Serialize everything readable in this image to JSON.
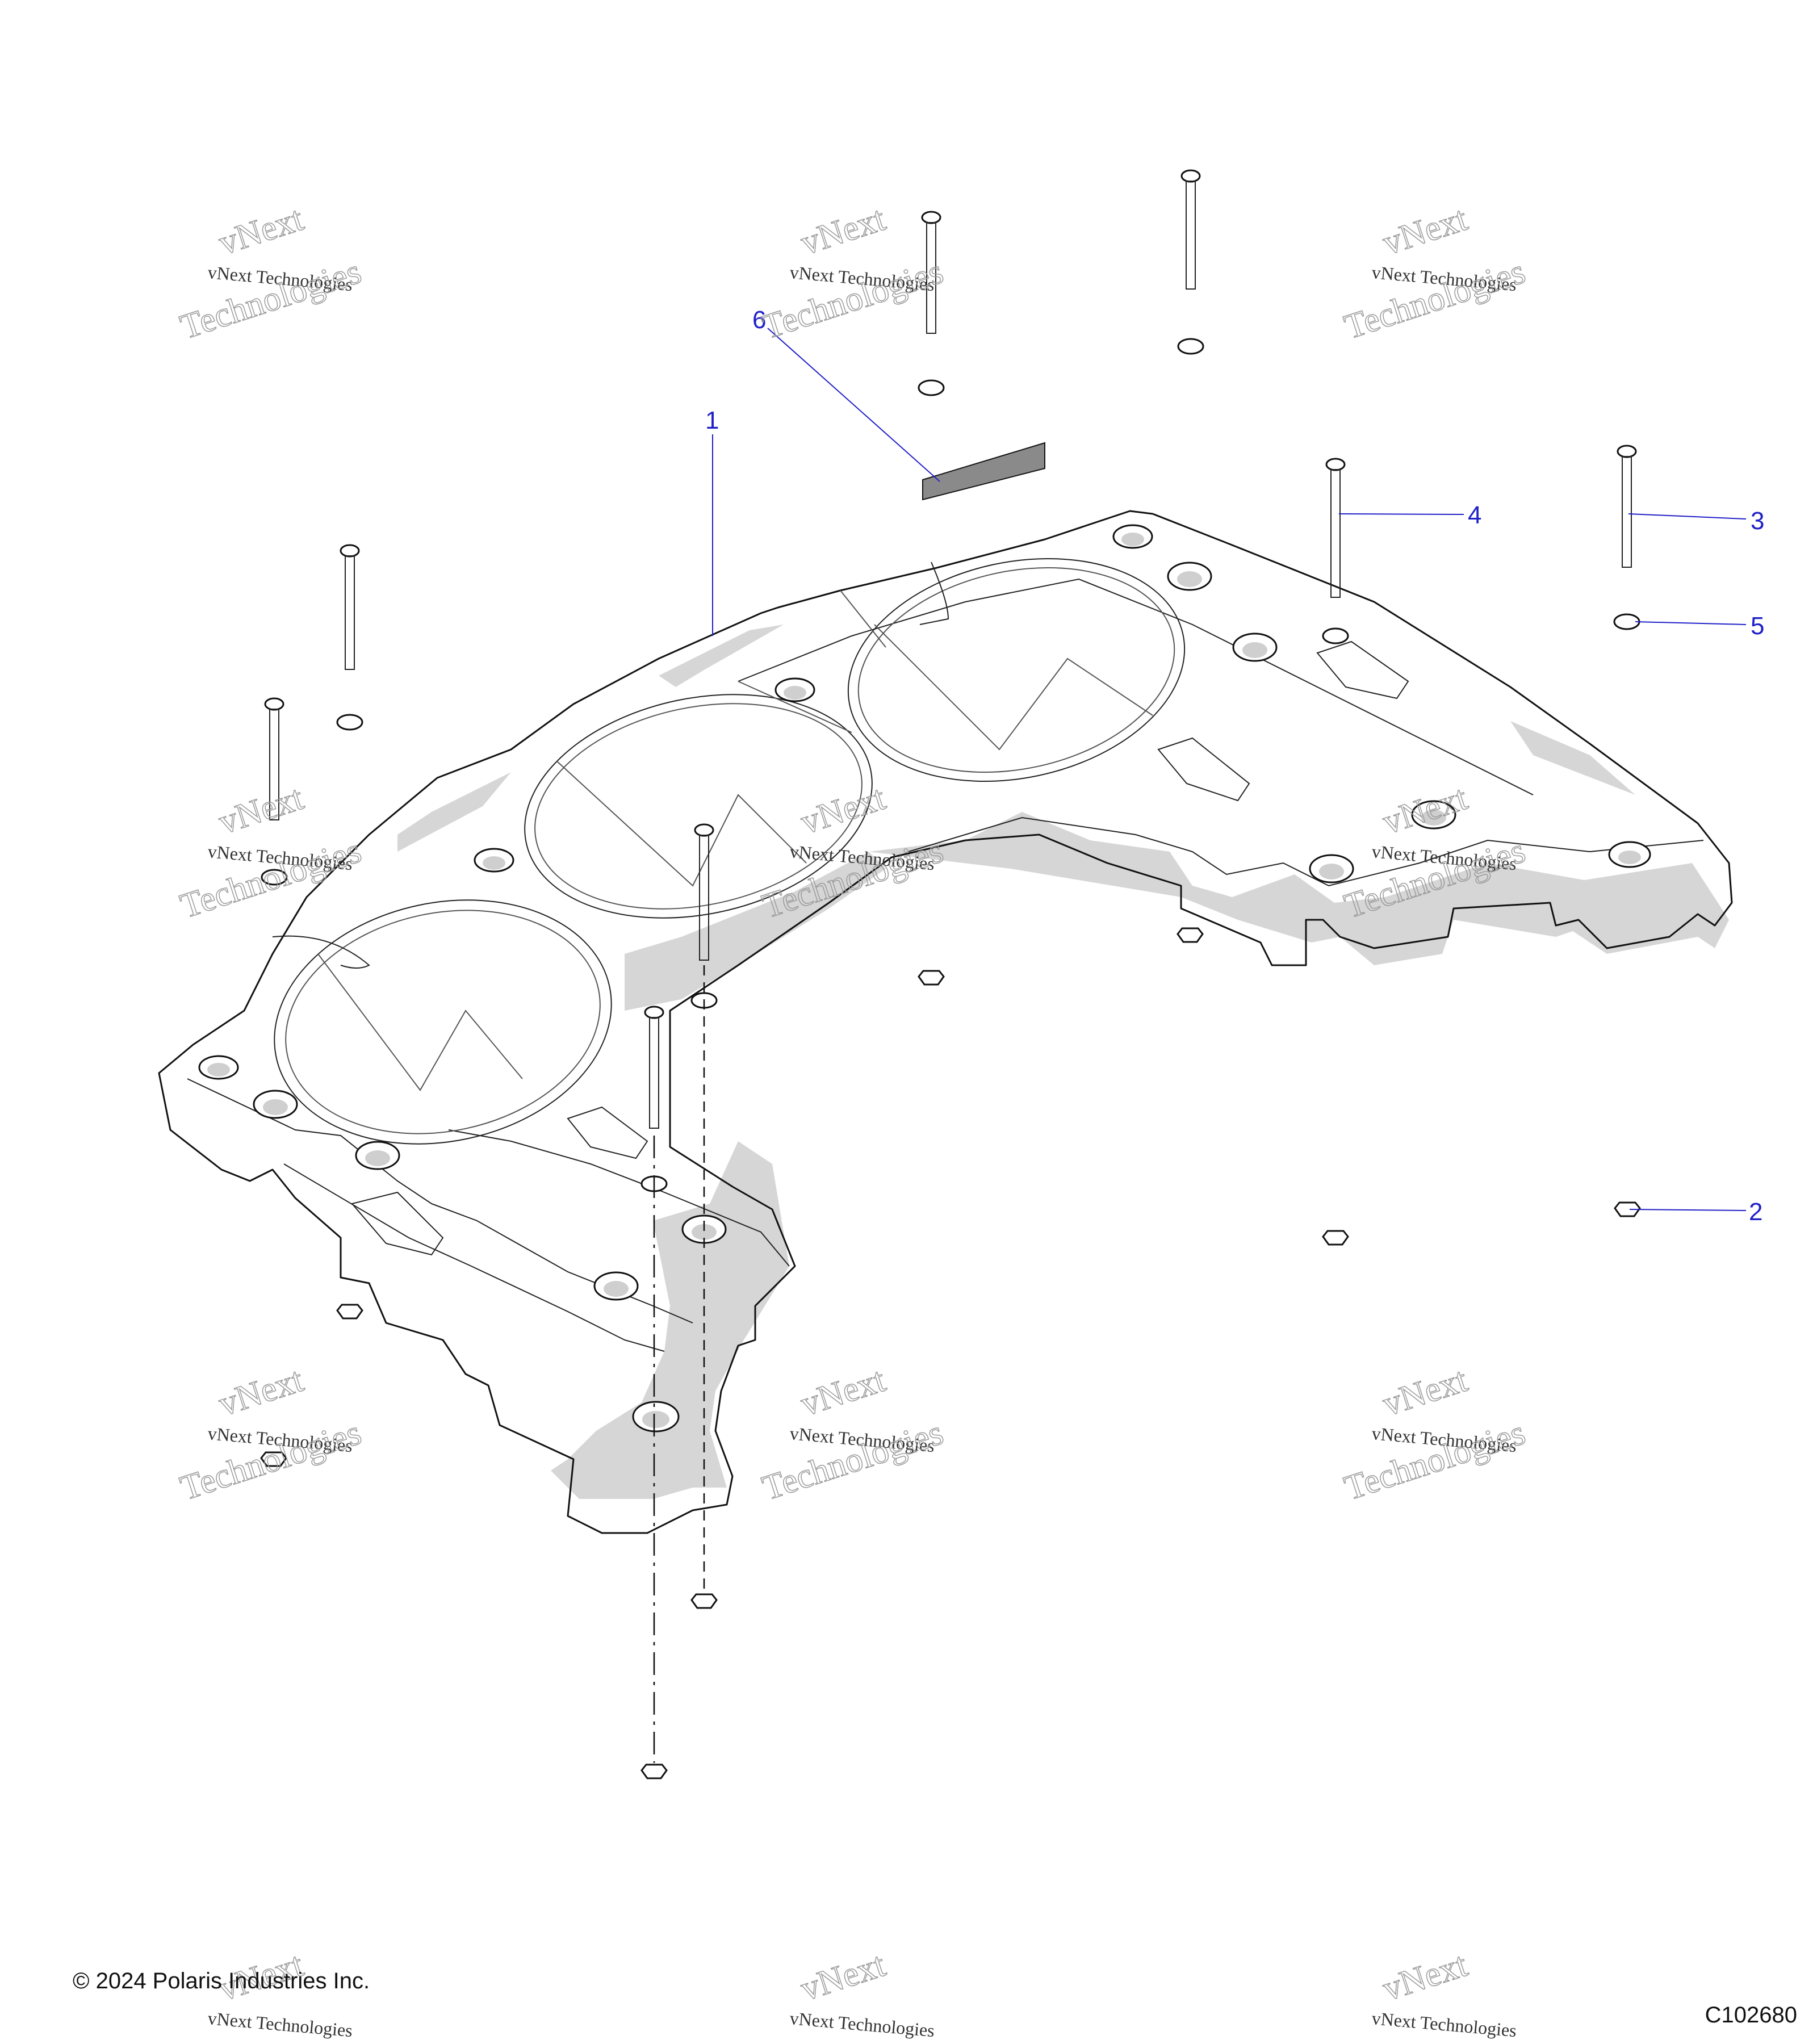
{
  "callouts": [
    {
      "id": "1",
      "label": "1"
    },
    {
      "id": "2",
      "label": "2"
    },
    {
      "id": "3",
      "label": "3"
    },
    {
      "id": "4",
      "label": "4"
    },
    {
      "id": "5",
      "label": "5"
    },
    {
      "id": "6",
      "label": "6"
    }
  ],
  "footer": {
    "copyright": "© 2024 Polaris Industries Inc.",
    "drawing_number": "C102680"
  },
  "watermark": {
    "line_small": "vNext Technologies",
    "line_big_1": "vNext",
    "line_big_2": "Technologies"
  },
  "colors": {
    "callout": "#2020c8",
    "line": "#111111",
    "shade": "#d6d6d6"
  }
}
